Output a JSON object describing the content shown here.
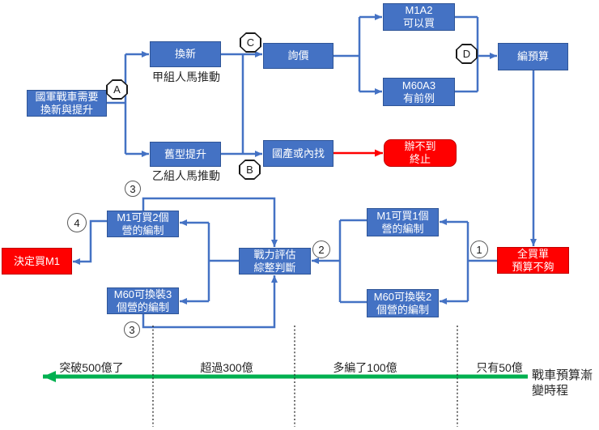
{
  "colors": {
    "node_blue": "#4472C4",
    "node_blue_border": "#2F5597",
    "node_red": "#FF0000",
    "connector_blue": "#4472C4",
    "connector_red": "#FF0000",
    "timeline_green": "#00B050",
    "label_text": "#262626",
    "node_text": "#FFFFFF"
  },
  "nodes": {
    "start": {
      "label": "國軍戰車需要\n換新與提升"
    },
    "renew": {
      "label": "換新",
      "subtitle": "甲組人馬推動"
    },
    "upgrade": {
      "label": "舊型提升",
      "subtitle": "乙組人馬推動"
    },
    "inquiry": {
      "label": "詢價"
    },
    "m1a2": {
      "label": "M1A2\n可以買"
    },
    "m60a3": {
      "label": "M60A3\n有前例"
    },
    "budget": {
      "label": "編預算"
    },
    "domestic": {
      "label": "國產或內找"
    },
    "fail": {
      "label": "辦不到\n終止"
    },
    "full_buy": {
      "label": "全買單\n預算不夠"
    },
    "m1_one_bn": {
      "label": "M1可買1個\n營的編制"
    },
    "m60_two_bn": {
      "label": "M60可換裝2\n個營的編制"
    },
    "eval": {
      "label": "戰力評估\n綜整判斷"
    },
    "m1_two_bn": {
      "label": "M1可買2個\n營的編制"
    },
    "m60_three_bn": {
      "label": "M60可換裝3\n個營的編制"
    },
    "decide": {
      "label": "決定買M1"
    }
  },
  "badges": {
    "A": "A",
    "B": "B",
    "C": "C",
    "D": "D",
    "step1": "1",
    "step2": "2",
    "step3": "3",
    "step4": "4"
  },
  "timeline": {
    "segments": [
      "突破500億了",
      "超過300億",
      "多編了100億",
      "只有50億"
    ],
    "axis_label": "戰車預算漸\n變時程"
  }
}
